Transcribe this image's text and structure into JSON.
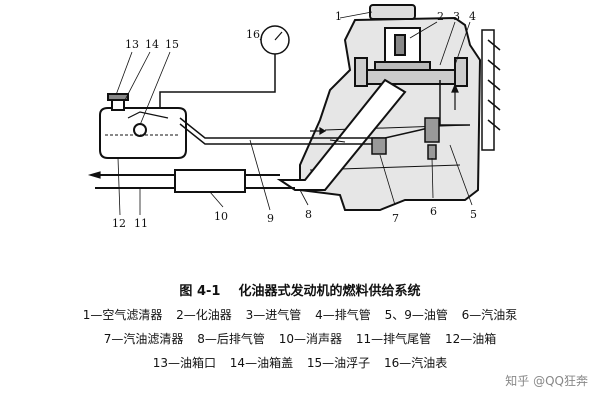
{
  "caption": {
    "figure_no": "图 4-1",
    "title": "化油器式发动机的燃料供给系统"
  },
  "legend": [
    [
      "1—空气滤清器",
      "2—化油器",
      "3—进气管",
      "4—排气管",
      "5、9—油管",
      "6—汽油泵"
    ],
    [
      "7—汽油滤清器",
      "8—后排气管",
      "10—消声器",
      "11—排气尾管",
      "12—油箱"
    ],
    [
      "13—油箱口",
      "14—油箱盖",
      "15—油浮子",
      "16—汽油表"
    ]
  ],
  "callouts": [
    "1",
    "2",
    "3",
    "4",
    "5",
    "6",
    "7",
    "8",
    "9",
    "10",
    "11",
    "12",
    "13",
    "14",
    "15",
    "16"
  ],
  "watermark": "知乎 @QQ狂奔"
}
